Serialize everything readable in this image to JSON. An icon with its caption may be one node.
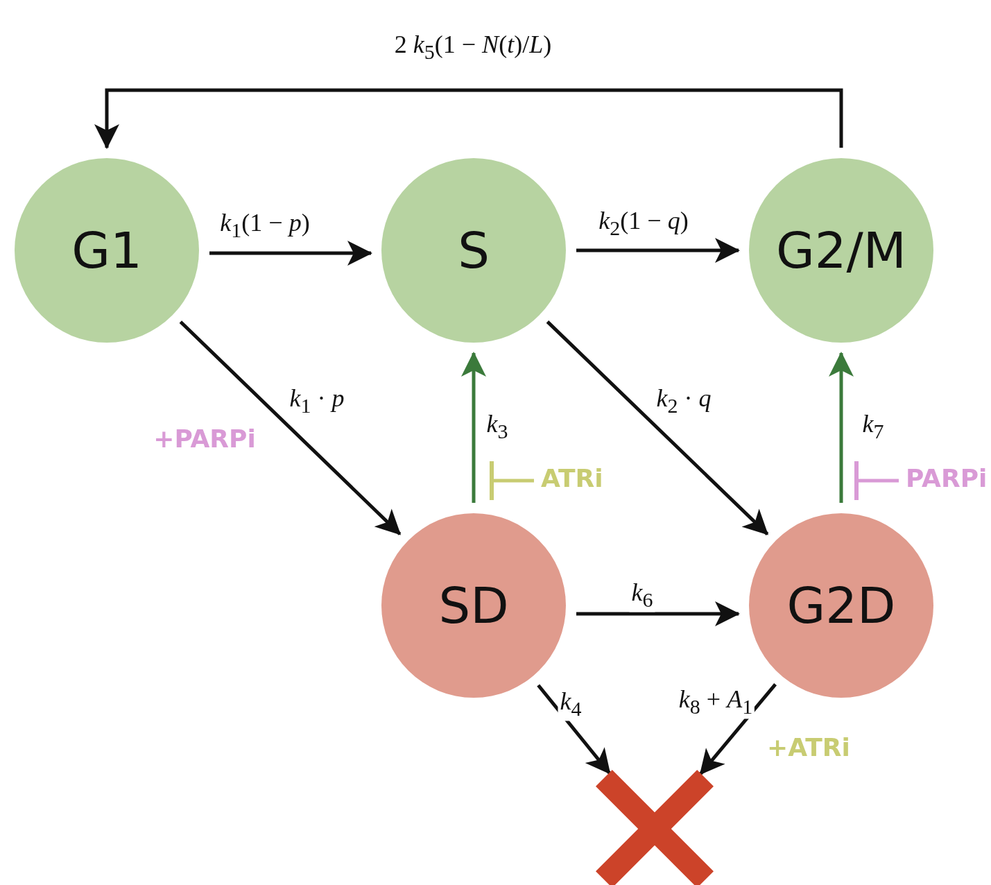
{
  "diagram": {
    "nodes": [
      {
        "text": [
          "G1"
        ]
      },
      {
        "text": [
          "S"
        ]
      },
      {
        "text": [
          "G2/M"
        ]
      },
      {
        "text": [
          "SD"
        ]
      },
      {
        "text": [
          "G2D"
        ]
      },
      {
        "text": [],
        "shape": "cross"
      },
      {
        "text": [
          "ATRi"
        ]
      },
      {
        "text": [
          "PARPi"
        ]
      }
    ],
    "edges": [
      {
        "from": 2,
        "to": 0,
        "arrow": "to",
        "label": "2 *k*$_{5}$(1 − *N*(*t*)/*L*)"
      },
      {
        "from": 0,
        "to": 1,
        "arrow": "to",
        "label": "*k*$_{1}$(1 − *p*)"
      },
      {
        "from": 1,
        "to": 2,
        "arrow": "to",
        "label": "*k*$_{2}$(1 − *q*)"
      },
      {
        "from": 0,
        "to": 3,
        "arrow": "to",
        "label": "*k*$_{1}$ · *p*"
      },
      {
        "from": 1,
        "to": 4,
        "arrow": "to",
        "label": "*k*$_{2}$ · *q*"
      },
      {
        "from": 3,
        "to": 1,
        "arrow": "to",
        "label": "*k*$_{3}$",
        "color": "#3b7a3b"
      },
      {
        "from": 4,
        "to": 2,
        "arrow": "to",
        "label": "*k*$_{7}$",
        "color": "#3b7a3b"
      },
      {
        "from": 3,
        "to": 4,
        "arrow": "to",
        "label": "*k*$_{6}$"
      },
      {
        "from": 3,
        "to": 5,
        "arrow": "to",
        "label": "*k*$_{4}$"
      },
      {
        "from": 4,
        "to": 5,
        "arrow": "to",
        "label": "*k*$_{8}$ + *A*$_{1}$"
      },
      {
        "from": 6,
        "to": null,
        "arrow": "other",
        "color": "#c8cc72"
      },
      {
        "from": 7,
        "to": null,
        "arrow": "other",
        "color": "#d99ad6"
      }
    ],
    "labels": [
      "+PARPi",
      "+ATRi"
    ]
  }
}
